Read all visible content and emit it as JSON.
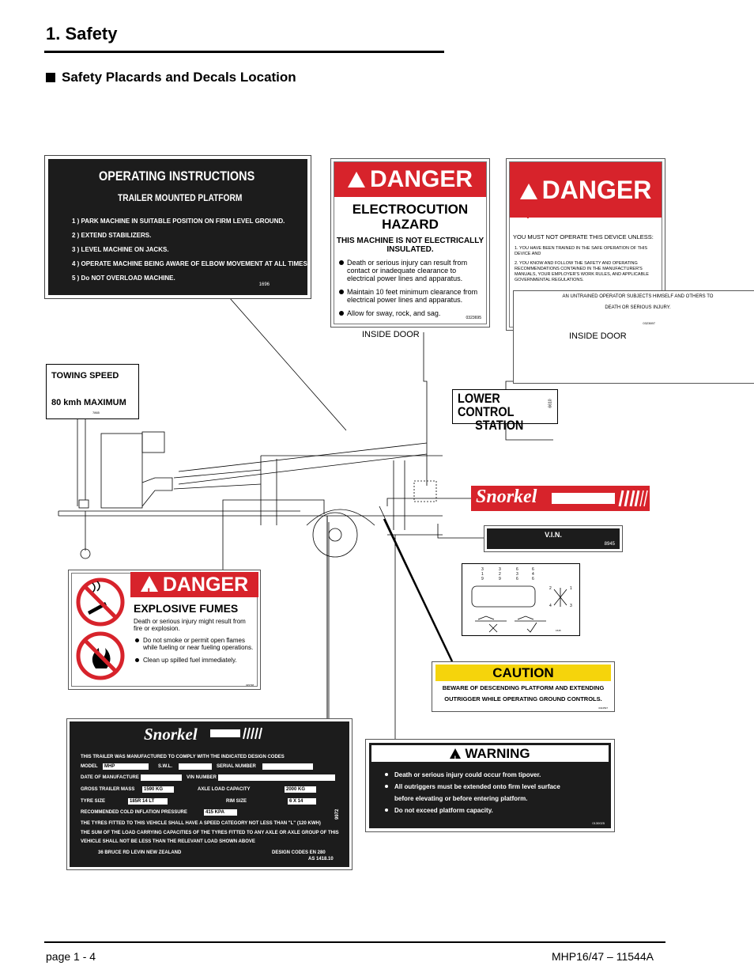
{
  "header": {
    "title": "1. Safety",
    "subtitle": "Safety Placards and Decals Location"
  },
  "footer": {
    "page": "page  1 - 4",
    "doc": "MHP16/47 – 11544A"
  },
  "operating": {
    "title": "OPERATING  INSTRUCTIONS",
    "subtitle": "TRAILER MOUNTED PLATFORM",
    "steps": [
      "1 )  PARK MACHINE IN SUITABLE POSITION ON FIRM LEVEL GROUND.",
      "2 )  EXTEND STABILIZERS.",
      "3 )  LEVEL MACHINE ON JACKS.",
      "4 )  OPERATE MACHINE BEING AWARE OF ELBOW MOVEMENT AT ALL TIMES",
      "5 )  Do  NOT  OVERLOAD MACHINE."
    ],
    "code": "1696"
  },
  "danger1": {
    "heading": "DANGER",
    "sub": "ELECTROCUTION HAZARD",
    "sub2": "THIS MACHINE IS NOT ELECTRICALLY INSULATED.",
    "bullets": [
      "Death or serious injury can result from contact or inadequate clearance to electrical power lines and apparatus.",
      "Maintain 10 feet minimum clearance from electrical power lines and apparatus.",
      "Allow for sway, rock, and sag."
    ],
    "code": "0323695",
    "location": "INSIDE DOOR"
  },
  "danger2": {
    "heading": "DANGER",
    "intro": "YOU MUST NOT OPERATE THIS DEVICE UNLESS:",
    "items": [
      "1.  YOU HAVE BEEN TRAINED IN THE SAFE OPERATION OF THIS DEVICE AND",
      "2.  YOU KNOW AND FOLLOW THE SAFETY AND OPERATING RECOMMENDATIONS CONTAINED IN THE MANUFACTURER'S MANUALS, YOUR EMPLOYER'S WORK RULES, AND APPLICABLE GOVERNMENTAL REGULATIONS."
    ],
    "warn1": "AN UNTRAINED OPERATOR SUBJECTS HIMSELF AND OTHERS TO",
    "warn2": "DEATH OR SERIOUS INJURY.",
    "code": "0323697",
    "location": "INSIDE DOOR"
  },
  "towing": {
    "line1": "TOWING  SPEED",
    "line2": "80  kmh MAXIMUM",
    "code": "7865"
  },
  "lower": {
    "line1": "LOWER CONTROL",
    "line2": "STATION",
    "code": "6610"
  },
  "snorkel": {
    "logo": "Snorkel"
  },
  "vin": {
    "label": "V.I.N.",
    "code": "8945"
  },
  "gauge": {
    "code": "1545"
  },
  "caution": {
    "heading": "CAUTION",
    "line1": "BEWARE OF DESCENDING PLATFORM AND EXTENDING",
    "line2": "OUTRIGGER WHILE OPERATING GROUND CONTROLS.",
    "code": "0324597"
  },
  "explosive": {
    "heading": "DANGER",
    "title": "EXPLOSIVE  FUMES",
    "para": "Death  or  serious  injury  might  result from  fire  or  explosion.",
    "bullets": [
      "Do  not  smoke  or  permit  open flames  while  fueling  or  near fueling  operations.",
      "Clean  up  spilled  fuel immediately."
    ],
    "code": "325798"
  },
  "plate": {
    "logo": "Snorkel",
    "comply": "THIS TRAILER WAS MANUFACTURED TO COMPLY WITH THE INDICATED DESIGN CODES",
    "model_lbl": "MODEL",
    "model_val": "MHP",
    "swl_lbl": "S.W.L.",
    "serial_lbl": "SERIAL NUMBER",
    "date_lbl": "DATE OF MANUFACTURE",
    "vin_lbl": "VIN NUMBER",
    "gross_lbl": "GROSS TRAILER MASS",
    "gross_val": "1590 KG",
    "axle_lbl": "AXLE LOAD CAPACITY",
    "axle_val": "2000 KG",
    "tyre_lbl": "TYRE SIZE",
    "tyre_val": "185R 14 LT",
    "rim_lbl": "RIM SIZE",
    "rim_val": "6 X 14",
    "cold_lbl": "RECOMMENDED COLD INFLATION PRESSURE",
    "cold_val": "415 KPA",
    "text1": "THE TYRES FITTED TO THIS VEHICLE SHALL HAVE A SPEED CATEGORY NOT LESS THAN \"L\" (120 KWH)",
    "text2": "THE SUM OF THE LOAD CARRYING CAPACITIES OF THE TYRES FITTED TO ANY AXLE OR AXLE GROUP OF THIS",
    "text3": "VEHICLE SHALL NOT BE LESS THAN THE RELEVANT LOAD SHOWN ABOVE",
    "address": "36 BRUCE RD LEVIN NEW ZEALAND",
    "codes1": "DESIGN CODES EN 280",
    "codes2": "AS 1418.10",
    "vcode": "9972"
  },
  "warning": {
    "heading": "WARNING",
    "lines": [
      "Death or serious injury could occur from tipover.",
      "All outriggers must be extended onto firm level surface",
      "before elevating or before entering platform.",
      "Do not exceed platform capacity."
    ],
    "code": "0130025"
  },
  "colors": {
    "danger_red": "#d7232b",
    "caution_yellow": "#f5d40c",
    "plate_black": "#1c1c1c"
  }
}
